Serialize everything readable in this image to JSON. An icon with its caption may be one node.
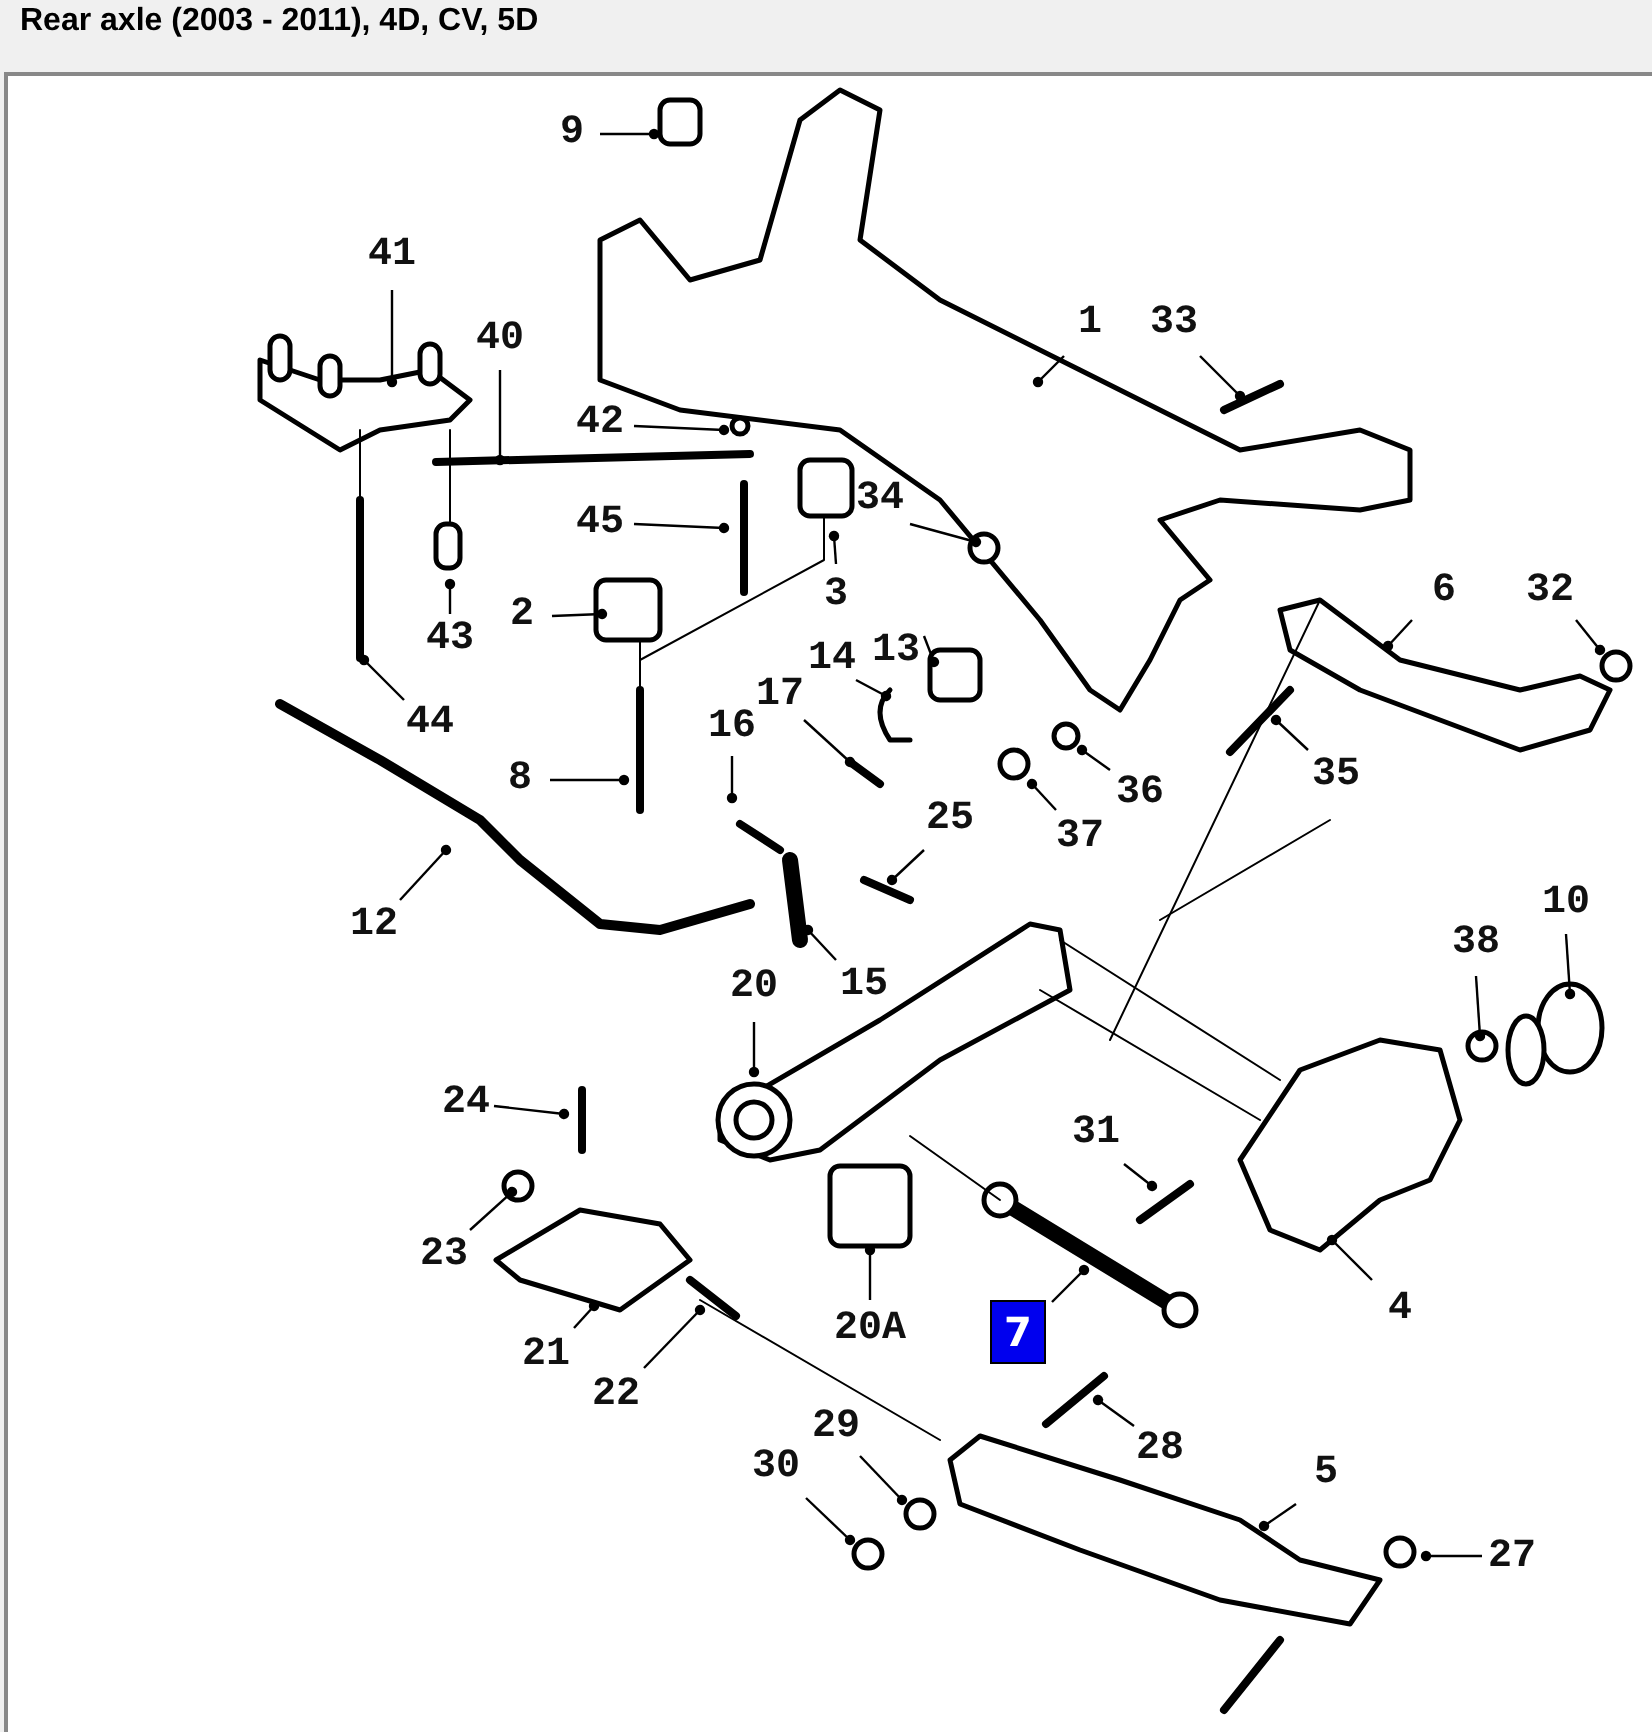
{
  "diagram": {
    "title": "Rear axle (2003 - 2011), 4D, CV, 5D",
    "nodes": [
      {
        "text": [
          "9"
        ]
      },
      {
        "text": [
          "41"
        ]
      },
      {
        "text": [
          "1"
        ]
      },
      {
        "text": [
          "33"
        ]
      },
      {
        "text": [
          "40"
        ]
      },
      {
        "text": [
          "42"
        ]
      },
      {
        "text": [
          "45"
        ]
      },
      {
        "text": [
          "34"
        ]
      },
      {
        "text": [
          "3"
        ]
      },
      {
        "text": [
          "13"
        ]
      },
      {
        "text": [
          "6"
        ]
      },
      {
        "text": [
          "32"
        ]
      },
      {
        "text": [
          "2"
        ]
      },
      {
        "text": [
          "43"
        ]
      },
      {
        "text": [
          "14"
        ]
      },
      {
        "text": [
          "17"
        ]
      },
      {
        "text": [
          "16"
        ]
      },
      {
        "text": [
          "44"
        ]
      },
      {
        "text": [
          "8"
        ]
      },
      {
        "text": [
          "35"
        ]
      },
      {
        "text": [
          "36"
        ]
      },
      {
        "text": [
          "37"
        ]
      },
      {
        "text": [
          "25"
        ]
      },
      {
        "text": [
          "10"
        ]
      },
      {
        "text": [
          "38"
        ]
      },
      {
        "text": [
          "12"
        ]
      },
      {
        "text": [
          "15"
        ]
      },
      {
        "text": [
          "20"
        ]
      },
      {
        "text": [
          "24"
        ]
      },
      {
        "text": [
          "31"
        ]
      },
      {
        "text": [
          "23"
        ]
      },
      {
        "text": [
          "4"
        ]
      },
      {
        "text": [
          "20A"
        ]
      },
      {
        "text": [
          "7"
        ]
      },
      {
        "text": [
          "21"
        ]
      },
      {
        "text": [
          "22"
        ]
      },
      {
        "text": [
          "29"
        ]
      },
      {
        "text": [
          "28"
        ]
      },
      {
        "text": [
          "5"
        ]
      },
      {
        "text": [
          "30"
        ]
      },
      {
        "text": [
          "27"
        ]
      }
    ],
    "edges": [
      {
        "from": 0,
        "to": null,
        "arrow": "other"
      },
      {
        "from": 1,
        "to": null,
        "arrow": "other"
      },
      {
        "from": 2,
        "to": null,
        "arrow": "other"
      },
      {
        "from": 3,
        "to": null,
        "arrow": "other"
      },
      {
        "from": 4,
        "to": null,
        "arrow": "other"
      },
      {
        "from": 5,
        "to": null,
        "arrow": "other"
      },
      {
        "from": 6,
        "to": null,
        "arrow": "other"
      },
      {
        "from": 7,
        "to": null,
        "arrow": "other"
      },
      {
        "from": 8,
        "to": null,
        "arrow": "other"
      },
      {
        "from": 9,
        "to": null,
        "arrow": "other"
      },
      {
        "from": 10,
        "to": null,
        "arrow": "other"
      },
      {
        "from": 11,
        "to": null,
        "arrow": "other"
      },
      {
        "from": 12,
        "to": null,
        "arrow": "other"
      },
      {
        "from": 13,
        "to": null,
        "arrow": "other"
      },
      {
        "from": 14,
        "to": null,
        "arrow": "other"
      },
      {
        "from": 15,
        "to": null,
        "arrow": "other"
      },
      {
        "from": 16,
        "to": null,
        "arrow": "other"
      },
      {
        "from": 17,
        "to": null,
        "arrow": "other"
      },
      {
        "from": 18,
        "to": null,
        "arrow": "other"
      },
      {
        "from": 19,
        "to": null,
        "arrow": "other"
      },
      {
        "from": 20,
        "to": null,
        "arrow": "other"
      },
      {
        "from": 21,
        "to": null,
        "arrow": "other"
      },
      {
        "from": 22,
        "to": null,
        "arrow": "other"
      },
      {
        "from": 23,
        "to": null,
        "arrow": "other"
      },
      {
        "from": 24,
        "to": null,
        "arrow": "other"
      },
      {
        "from": 25,
        "to": null,
        "arrow": "other"
      },
      {
        "from": 26,
        "to": null,
        "arrow": "other"
      },
      {
        "from": 27,
        "to": null,
        "arrow": "other"
      },
      {
        "from": 28,
        "to": null,
        "arrow": "other"
      },
      {
        "from": 29,
        "to": null,
        "arrow": "other"
      },
      {
        "from": 30,
        "to": null,
        "arrow": "other"
      },
      {
        "from": 31,
        "to": null,
        "arrow": "other"
      },
      {
        "from": 32,
        "to": null,
        "arrow": "other"
      },
      {
        "from": 33,
        "to": null,
        "arrow": "other"
      },
      {
        "from": 34,
        "to": null,
        "arrow": "other"
      },
      {
        "from": 35,
        "to": null,
        "arrow": "other"
      },
      {
        "from": 36,
        "to": null,
        "arrow": "other"
      },
      {
        "from": 37,
        "to": null,
        "arrow": "other"
      },
      {
        "from": 38,
        "to": null,
        "arrow": "other"
      },
      {
        "from": 39,
        "to": null,
        "arrow": "other"
      },
      {
        "from": 40,
        "to": null,
        "arrow": "other"
      }
    ]
  }
}
